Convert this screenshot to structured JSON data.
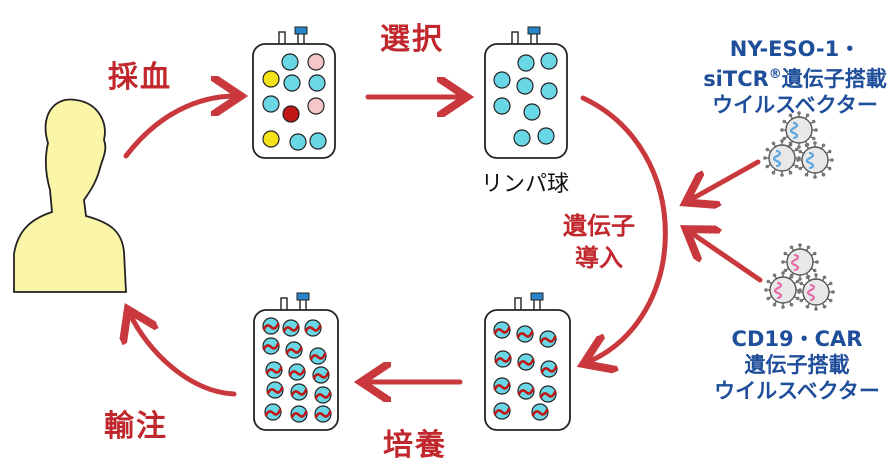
{
  "steps": {
    "blood_collection": "採血",
    "selection": "選択",
    "lymphocytes": "リンパ球",
    "gene_transfer_line1": "遺伝子",
    "gene_transfer_line2": "導入",
    "culture": "培養",
    "infusion": "輸注"
  },
  "vectors": {
    "tcr_line1": "NY-ESO-1・",
    "tcr_line2_prefix": "siTCR",
    "tcr_line2_reg": "®",
    "tcr_line2_suffix": "遺伝子搭載",
    "tcr_line3": "ウイルスベクター",
    "car_line1": "CD19・CAR",
    "car_line2": "遺伝子搭載",
    "car_line3": "ウイルスベクター"
  },
  "colors": {
    "arrow": "#c9383d",
    "red_text": "#c0282d",
    "blue_text": "#1f4e9a",
    "person_fill": "#fbf5a8",
    "cell_fill": "#6ad7e6",
    "yellow_cell": "#f6e21a",
    "pink_cell": "#f6c7c7",
    "dark_red_cell": "#c01616",
    "vector_tcr": "#5aa6e0",
    "vector_car": "#e66aa8",
    "bag_cap": "#2a86c8"
  }
}
